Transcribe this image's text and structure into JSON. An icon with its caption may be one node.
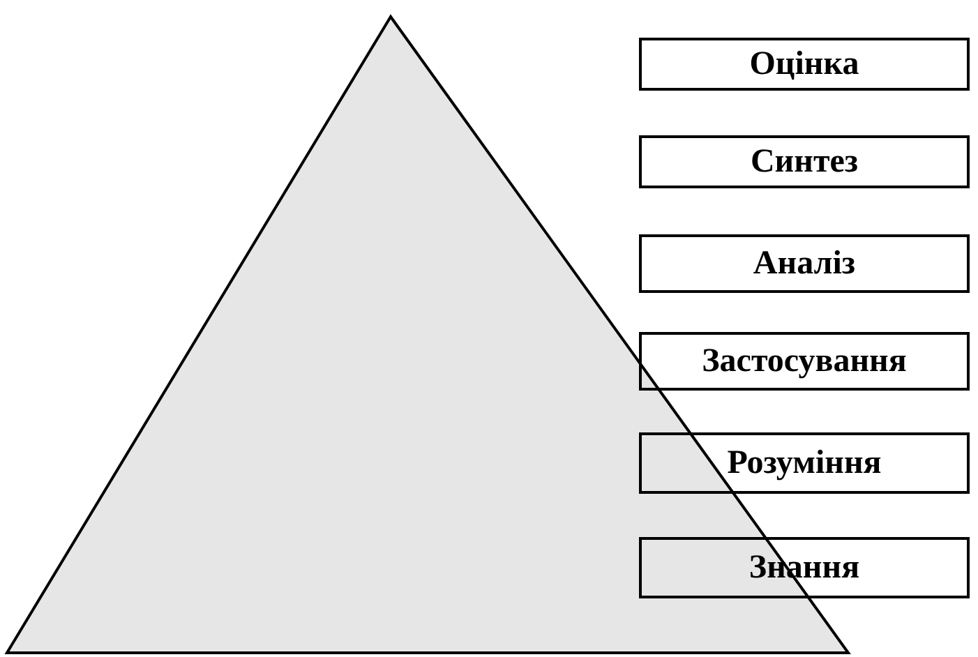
{
  "diagram": {
    "nodes": [
      {
        "text": [
          "Оцінка"
        ]
      },
      {
        "text": [
          "Синтез"
        ]
      },
      {
        "text": [
          "Аналіз"
        ]
      },
      {
        "text": [
          "Застосування"
        ]
      },
      {
        "text": [
          "Розуміння"
        ]
      },
      {
        "text": [
          "Знання"
        ]
      }
    ]
  }
}
